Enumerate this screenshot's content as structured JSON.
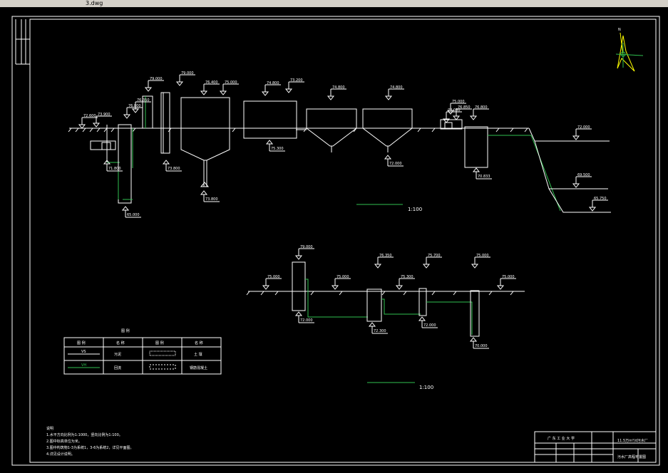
{
  "window": {
    "tab_label": "3.dwg"
  },
  "elevations_top": [
    "72.600",
    "73.900",
    "79.000",
    "79.000",
    "76.800",
    "76.400",
    "75.000",
    "74.800",
    "74.800",
    "74.800",
    "73.200",
    "76.350",
    "75.000",
    "76.850",
    "76.800",
    "74.050"
  ],
  "elevations_bottom": [
    "71.800",
    "65.000",
    "73.800",
    "75.300",
    "73.800",
    "72.000",
    "70.833"
  ],
  "water_levels": [
    "72.000",
    "69.500",
    "65.750"
  ],
  "elevations_lower": [
    "79.000",
    "75.000",
    "75.000",
    "76.350",
    "75.300",
    "75.700",
    "75.000",
    "75.000"
  ],
  "elevations_lower_bottom": [
    "72.000",
    "72.300",
    "72.000",
    "70.000"
  ],
  "scale_label": "1:100",
  "scale_label_lower": "1:100",
  "legend": {
    "title": "图 例",
    "headers": [
      "图 例",
      "名 称",
      "图 例",
      "名 称"
    ],
    "rows": [
      [
        "VS",
        "污泥",
        "",
        "土 壤"
      ],
      [
        "VH",
        "回流",
        "",
        "钢筋混凝土"
      ]
    ]
  },
  "notes": {
    "title": "说明",
    "items": [
      "1.水平方向比例为1:1000，竖向比例为1:100。",
      "2.图中标高单位为米。",
      "3.图中构筑物1-3为系统1，3-6为系统2，详见平面图。",
      "4.详见设计说明。"
    ]
  },
  "title_block": {
    "school": "广 东 工 业 大 学",
    "drawing_name": "污水厂高程布置图",
    "code": "11.5万m³/d污水厂"
  },
  "north_label": "N",
  "colors": {
    "background": "#000000",
    "lines": "#ffffff",
    "pipes": "#2fbf4f",
    "north_arrow": "#ffff00"
  }
}
